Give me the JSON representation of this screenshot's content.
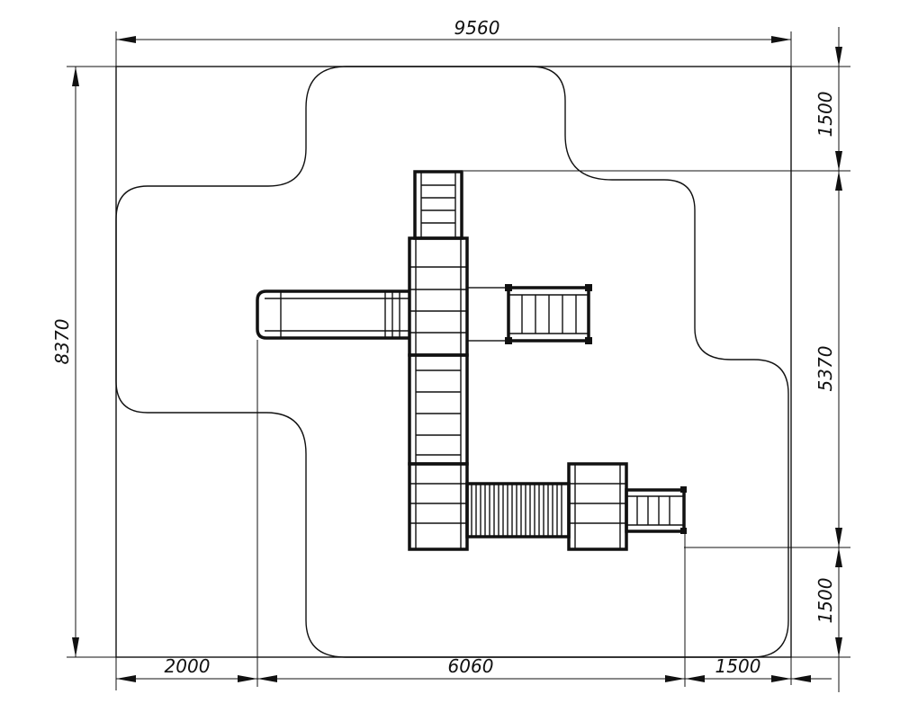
{
  "drawing": {
    "dimensions": {
      "overall_width": "9560",
      "overall_height": "8370",
      "top_offset": "1500",
      "middle_height": "5370",
      "bottom_offset": "1500",
      "left_offset": "2000",
      "span_width": "6060",
      "right_offset": "1500"
    }
  }
}
